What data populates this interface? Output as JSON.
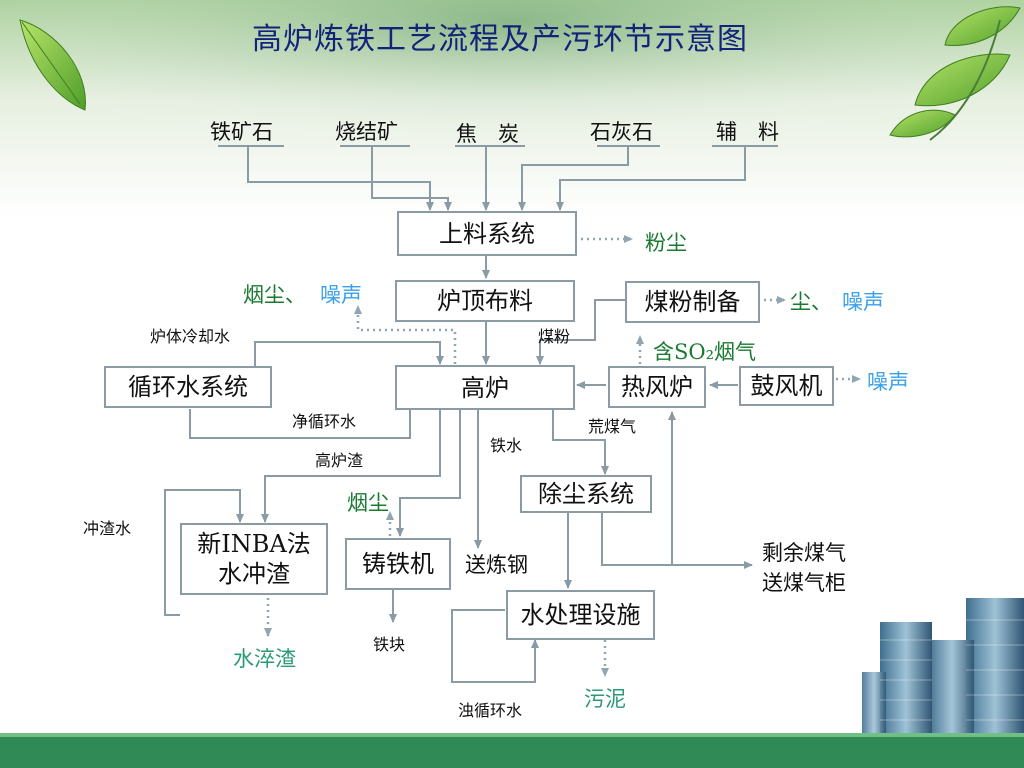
{
  "title": "高炉炼铁工艺流程及产污环节示意图",
  "raw_materials": [
    "铁矿石",
    "烧结矿",
    "焦　炭",
    "石灰石",
    "辅　料"
  ],
  "boxes": {
    "feeding": "上料系统",
    "top_charging": "炉顶布料",
    "coal_powder": "煤粉制备",
    "blast_furnace": "高炉",
    "hot_stove": "热风炉",
    "blower": "鼓风机",
    "circulating_water": "循环水系统",
    "dust_removal": "除尘系统",
    "inba_slag": "新INBA法\n水冲渣",
    "pig_machine": "铸铁机",
    "water_treatment": "水处理设施"
  },
  "emissions": {
    "dust": "粉尘",
    "smoke_dust": "烟尘、",
    "noise1": "噪声",
    "dust2": "尘、",
    "noise2": "噪声",
    "so2_gas": "含SO₂烟气",
    "noise3": "噪声",
    "smoke_dust2": "烟尘",
    "water_slag": "水淬渣",
    "sludge": "污泥"
  },
  "labels": {
    "furnace_cooling_water": "炉体冷却水",
    "coal_powder_flow": "煤粉",
    "clean_circulating_water": "净循环水",
    "raw_gas": "荒煤气",
    "blast_furnace_slag": "高炉渣",
    "molten_iron": "铁水",
    "slag_flush_water": "冲渣水",
    "to_steelmaking": "送炼钢",
    "surplus_gas": "剩余煤气\n送煤气柜",
    "iron_block": "铁块",
    "dirty_circulating_water": "浊循环水"
  },
  "colors": {
    "title": "#14237a",
    "line": "#8a9ba6",
    "dashed": "#8fa6b3",
    "emission_green": "#1a7a32",
    "emission_teal": "#2a9a74",
    "emission_blue": "#3aa0e8",
    "footer_green": "#2f8a55"
  }
}
